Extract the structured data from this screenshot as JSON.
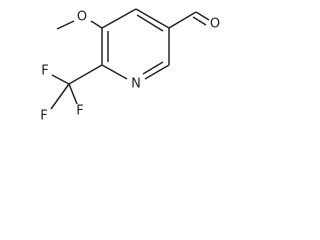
{
  "structure": {
    "atoms": {
      "ring_nitrogen": "N",
      "methoxy_oxygen": "O",
      "aldehyde_oxygen": "O",
      "fluorine_1": "F",
      "fluorine_2": "F",
      "fluorine_3": "F"
    }
  },
  "colors": {
    "bond": "#222222",
    "label": "#222222",
    "background": "#ffffff"
  }
}
